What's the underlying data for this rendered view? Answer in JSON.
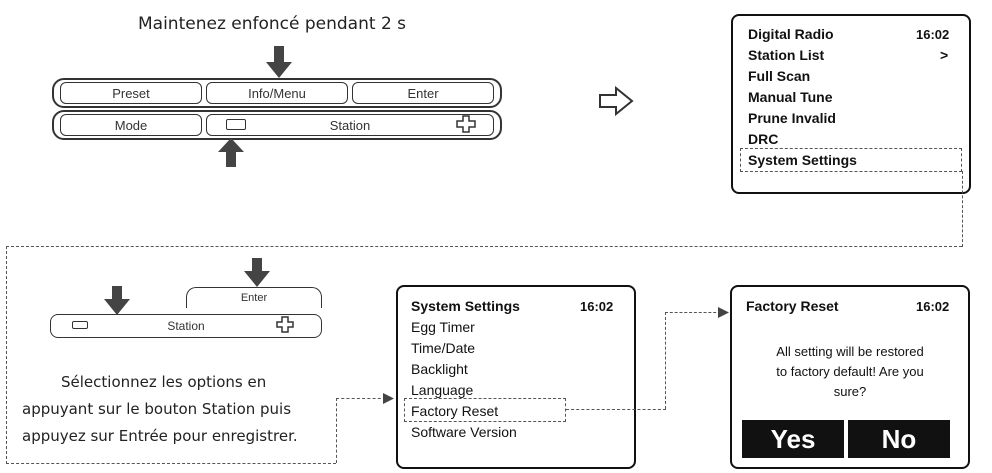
{
  "top_panel": {
    "instruction": "Maintenez enfoncé pendant 2 s",
    "buttons": {
      "preset": "Preset",
      "info_menu": "Info/Menu",
      "enter": "Enter",
      "mode": "Mode",
      "station": "Station"
    }
  },
  "screen1": {
    "title": "Digital Radio",
    "time": "16:02",
    "items": [
      "Station List",
      "Full Scan",
      "Manual Tune",
      "Prune Invalid",
      "DRC",
      "System Settings"
    ],
    "item_arrow": ">"
  },
  "bottom_left": {
    "enter_label": "Enter",
    "station_label": "Station",
    "instruction_lines": [
      "Sélectionnez les options en",
      "appuyant sur le bouton Station puis",
      "appuyez sur Entrée pour enregistrer."
    ]
  },
  "screen2": {
    "title": "System Settings",
    "time": "16:02",
    "items": [
      "Egg Timer",
      "Time/Date",
      "Backlight",
      "Language",
      "Factory Reset",
      "Software Version"
    ]
  },
  "screen3": {
    "title": "Factory Reset",
    "time": "16:02",
    "message_lines": [
      "All setting will be restored",
      "to factory default! Are you",
      "sure?"
    ],
    "yes_label": "Yes",
    "no_label": "No"
  }
}
